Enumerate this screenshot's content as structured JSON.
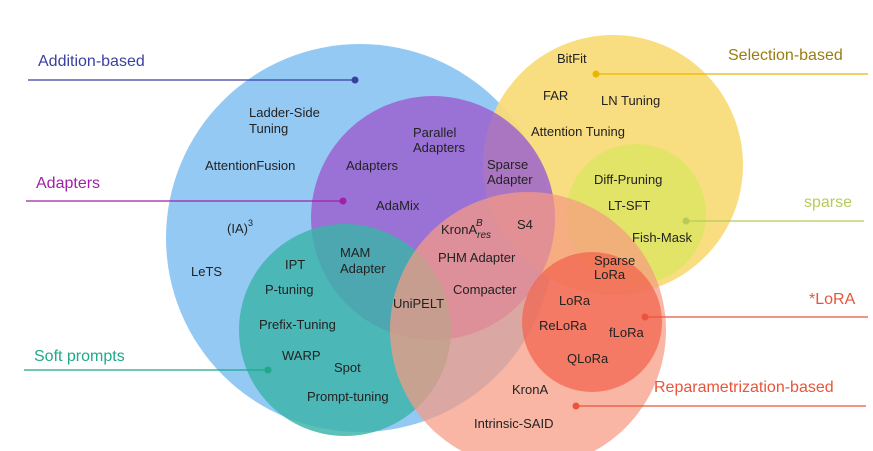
{
  "diagram": {
    "type": "venn",
    "categories": [
      {
        "id": "addition",
        "label": "Addition-based",
        "color": "#8ec6f3",
        "label_color": "#3b3fa0",
        "line_color": "#3b3fa0"
      },
      {
        "id": "adapters",
        "label": "Adapters",
        "color": "#9b5fd0",
        "label_color": "#a020a8",
        "line_color": "#a020a8"
      },
      {
        "id": "soft_prompts",
        "label": "Soft prompts",
        "color": "#3bb3a8",
        "label_color": "#1fa88a",
        "line_color": "#1fa88a"
      },
      {
        "id": "selection",
        "label": "Selection-based",
        "color": "#f8db7a",
        "label_color": "#9a7d10",
        "line_color": "#e8b800"
      },
      {
        "id": "sparse",
        "label": "sparse",
        "color": "#dbe660",
        "label_color": "#b5cc5a",
        "line_color": "#b5cc5a"
      },
      {
        "id": "reparam",
        "label": "Reparametrization-based",
        "color": "#f69a82",
        "label_color": "#e8553a",
        "line_color": "#e8553a"
      },
      {
        "id": "lora",
        "label": "*LoRA",
        "color": "#f26650",
        "label_color": "#e8553a",
        "line_color": "#e8553a"
      }
    ],
    "methods": [
      {
        "text": "Ladder-Side",
        "group": "addition"
      },
      {
        "text": "Tuning",
        "group": "addition"
      },
      {
        "text": "AttentionFusion",
        "group": "addition"
      },
      {
        "text": "(IA)",
        "sup": "3",
        "group": "addition"
      },
      {
        "text": "LeTS",
        "group": "addition"
      },
      {
        "text": "Parallel",
        "group": "adapters"
      },
      {
        "text": "Adapters",
        "group": "adapters"
      },
      {
        "text": "Adapters",
        "group": "adapters"
      },
      {
        "text": "AdaMix",
        "group": "adapters"
      },
      {
        "text": "Sparse",
        "group": "adapters+selection"
      },
      {
        "text": "Adapter",
        "group": "adapters+selection"
      },
      {
        "text": "S4",
        "group": "adapters+reparam"
      },
      {
        "text": "KronA",
        "sup": "B",
        "sub": "res",
        "group": "adapters+reparam"
      },
      {
        "text": "PHM Adapter",
        "group": "adapters+reparam"
      },
      {
        "text": "Compacter",
        "group": "adapters+reparam"
      },
      {
        "text": "MAM",
        "group": "adapters+soft_prompts"
      },
      {
        "text": "Adapter",
        "group": "adapters+soft_prompts"
      },
      {
        "text": "UniPELT",
        "group": "adapters+soft_prompts+reparam"
      },
      {
        "text": "IPT",
        "group": "soft_prompts"
      },
      {
        "text": "P-tuning",
        "group": "soft_prompts"
      },
      {
        "text": "Prefix-Tuning",
        "group": "soft_prompts"
      },
      {
        "text": "WARP",
        "group": "soft_prompts"
      },
      {
        "text": "Spot",
        "group": "soft_prompts"
      },
      {
        "text": "Prompt-tuning",
        "group": "soft_prompts"
      },
      {
        "text": "BitFit",
        "group": "selection"
      },
      {
        "text": "FAR",
        "group": "selection"
      },
      {
        "text": "LN Tuning",
        "group": "selection"
      },
      {
        "text": "Attention Tuning",
        "group": "selection"
      },
      {
        "text": "Diff-Pruning",
        "group": "sparse"
      },
      {
        "text": "LT-SFT",
        "group": "sparse"
      },
      {
        "text": "Fish-Mask",
        "group": "sparse"
      },
      {
        "text": "Sparse",
        "group": "sparse+lora"
      },
      {
        "text": "LoRa",
        "group": "sparse+lora"
      },
      {
        "text": "LoRa",
        "group": "lora"
      },
      {
        "text": "ReLoRa",
        "group": "lora"
      },
      {
        "text": "fLoRa",
        "group": "lora"
      },
      {
        "text": "QLoRa",
        "group": "lora"
      },
      {
        "text": "KronA",
        "group": "reparam"
      },
      {
        "text": "Intrinsic-SAID",
        "group": "reparam"
      }
    ]
  }
}
